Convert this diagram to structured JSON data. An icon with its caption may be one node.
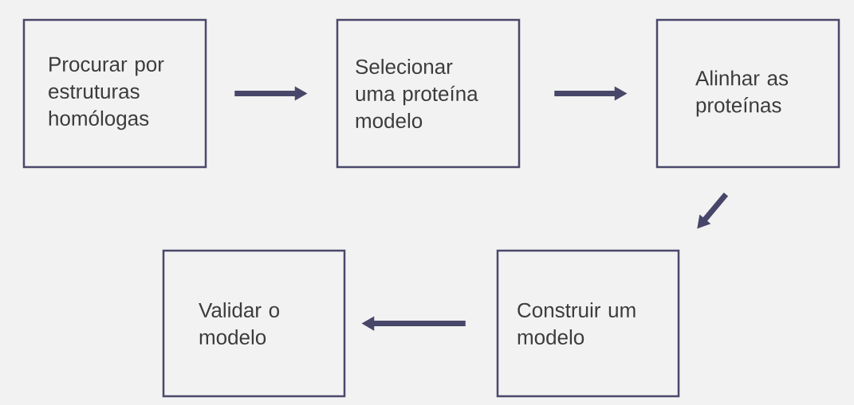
{
  "diagram": {
    "nodes": [
      {
        "text": [
          "Procurar por estruturas homólogas"
        ]
      },
      {
        "text": [
          "Selecionar uma proteína modelo"
        ]
      },
      {
        "text": [
          "Alinhar as proteínas"
        ]
      },
      {
        "text": [
          "Construir um modelo"
        ]
      },
      {
        "text": [
          "Validar o modelo"
        ]
      }
    ],
    "edges": [
      {
        "from": 0,
        "to": 1,
        "arrow": "to"
      },
      {
        "from": 1,
        "to": 2,
        "arrow": "to"
      },
      {
        "from": 2,
        "to": 3,
        "arrow": "to"
      },
      {
        "from": 3,
        "to": 4,
        "arrow": "to"
      }
    ]
  }
}
